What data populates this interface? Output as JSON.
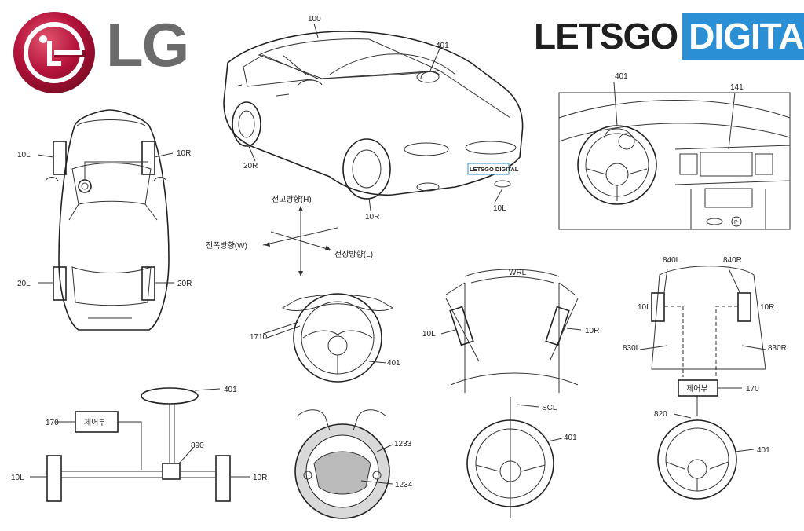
{
  "logos": {
    "lg": "LG",
    "letsgo_a": "LETSGO",
    "letsgo_b": "DIGITAL",
    "lg_color": "#b4123a",
    "letsgo_blue": "#2b8fd6"
  },
  "labels": {
    "car_100": "100",
    "car_401": "401",
    "car_20R": "20R",
    "car_10R": "10R",
    "car_10L": "10L",
    "badge": "LETSGO DIGITAL",
    "axis_h": "전고방향(H)",
    "axis_w": "전폭방향(W)",
    "axis_l": "전장방향(L)",
    "top_10L": "10L",
    "top_10R": "10R",
    "top_20L": "20L",
    "top_20R": "20R",
    "dash_401": "401",
    "dash_141": "141",
    "sw_1710": "1710",
    "sw_401": "401",
    "wrl": "WRL",
    "mir_10L": "10L",
    "mir_10R": "10R",
    "fr_840L": "840L",
    "fr_840R": "840R",
    "fr_10L": "10L",
    "fr_10R": "10R",
    "fr_830L": "830L",
    "fr_830R": "830R",
    "fr_ctrl": "제어부",
    "fr_170": "170",
    "fr_820": "820",
    "fr_401": "401",
    "ax_401": "401",
    "ax_170": "170",
    "ax_ctrl": "제어부",
    "ax_890": "890",
    "ax_10L": "10L",
    "ax_10R": "10R",
    "hp_1233": "1233",
    "hp_1234": "1234",
    "scl": "SCL",
    "scl_401": "401"
  }
}
